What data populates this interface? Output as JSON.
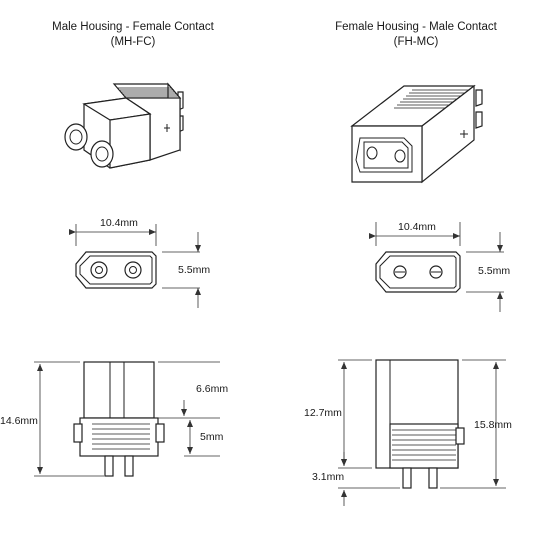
{
  "left": {
    "title": "Male Housing  - Female Contact",
    "code": "(MH-FC)",
    "front_width": "10.4mm",
    "front_height": "5.5mm",
    "side_total": "14.6mm",
    "side_upper": "6.6mm",
    "side_lower": "5mm"
  },
  "right": {
    "title": "Female Housing  - Male Contact",
    "code": "(FH-MC)",
    "front_width": "10.4mm",
    "front_height": "5.5mm",
    "side_body": "12.7mm",
    "side_total": "15.8mm",
    "side_pin": "3.1mm"
  }
}
